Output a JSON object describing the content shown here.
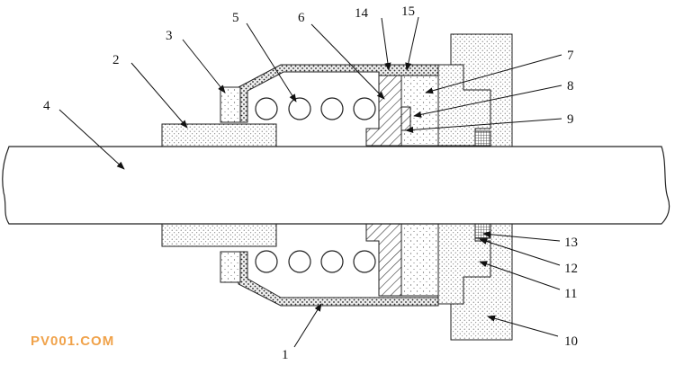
{
  "labels": {
    "l1": "1",
    "l2": "2",
    "l3": "3",
    "l4": "4",
    "l5": "5",
    "l6": "6",
    "l7": "7",
    "l8": "8",
    "l9": "9",
    "l10": "10",
    "l11": "11",
    "l12": "12",
    "l13": "13",
    "l14": "14",
    "l15": "15"
  },
  "watermark": "PV001.COM"
}
